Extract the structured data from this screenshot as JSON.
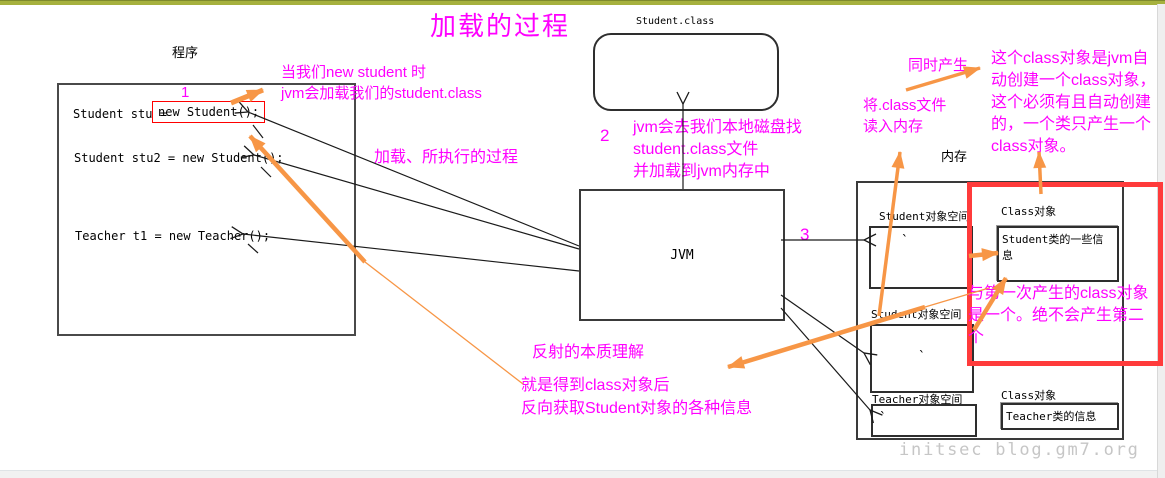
{
  "page": {
    "title": "加载的过程",
    "watermark": "initsec blog.gm7.org"
  },
  "program": {
    "header": "程序",
    "step1": "1",
    "line1_prefix": "Student stu = ",
    "line1_boxed": "new Student();",
    "line2": "Student stu2 = new Student();",
    "line3": "Teacher t1 = new Teacher();"
  },
  "student_class_file": {
    "label": "Student.class"
  },
  "jvm": {
    "label": "JVM"
  },
  "memory": {
    "header": "内存",
    "student_space1_label": "Student对象空间",
    "student_space2_label": "Student对象空间",
    "teacher_space_label": "Teacher对象空间",
    "class_obj1_label": "Class对象",
    "class_obj2_label": "Class对象",
    "student_info": "Student类的一些信息",
    "teacher_info": "Teacher类的信息",
    "tick1": "`",
    "tick2": "`",
    "tick3": "`"
  },
  "annotations": {
    "new_student_note": {
      "lines": [
        "当我们new student 时",
        "jvm会加载我们的student.class"
      ]
    },
    "process_note": "加载、所执行的过程",
    "step2": "2",
    "step3": "3",
    "disk_note": {
      "lines": [
        "jvm会去我们本地磁盘找",
        "student.class文件",
        "并加载到jvm内存中"
      ]
    },
    "read_note": {
      "lines": [
        "将.class文件",
        "读入内存"
      ]
    },
    "simul_note": "同时产生",
    "class_obj_note": {
      "lines": [
        "这个class对象是jvm自",
        "动创建一个class对象，",
        "这个必须有且自动创建",
        "的，一个类只产生一个",
        "class对象。"
      ]
    },
    "same_note": {
      "lines": [
        "与第一次产生的class对象",
        "是一个。绝不会产生第二",
        "个"
      ]
    },
    "reflection_title": "反射的本质理解",
    "reflection_line1": "就是得到class对象后",
    "reflection_line2": "反向获取Student对象的各种信息"
  },
  "colors": {
    "magenta_text": "#ff00ff",
    "orange_arrow": "#f79646",
    "red_highlight_thin": "#ff0000",
    "red_highlight_thick": "#ff3b3b",
    "top_bar": "#a6b13e",
    "watermark_gray": "#c6c6c6"
  }
}
